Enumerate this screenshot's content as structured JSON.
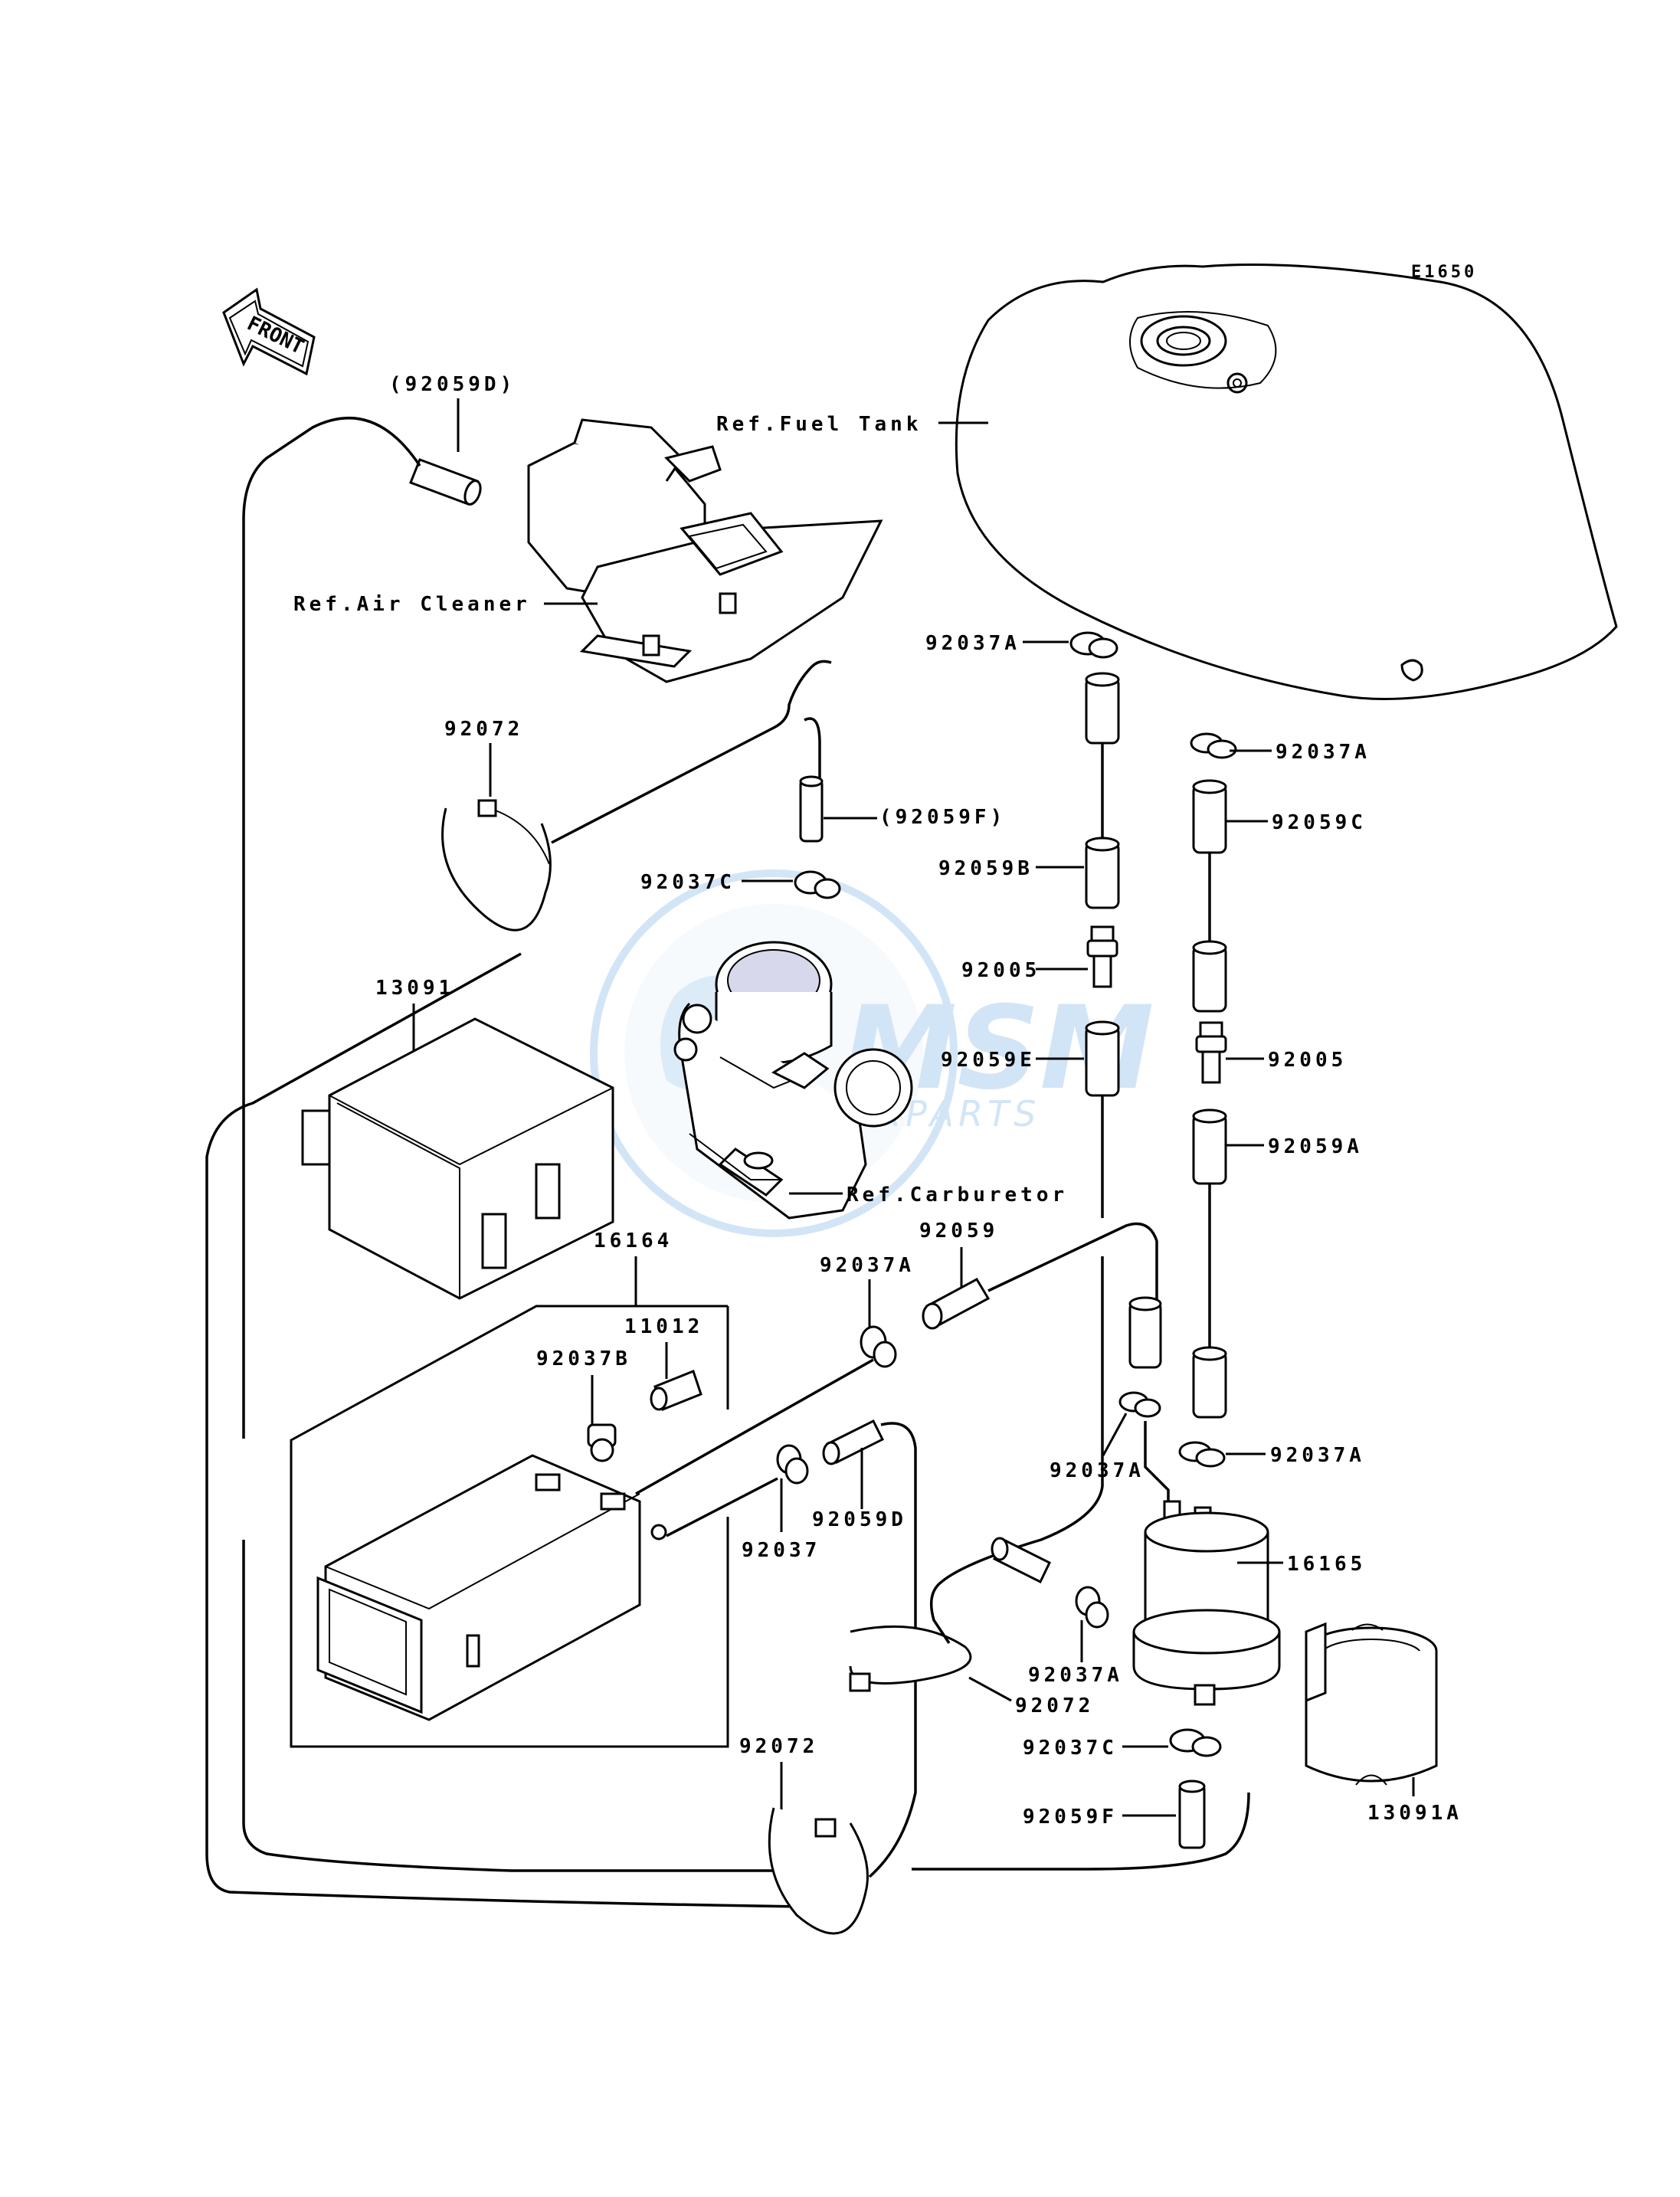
{
  "diagram_code": "E1650",
  "front_label": "FRONT",
  "references": {
    "fuel_tank": "Ref.Fuel Tank",
    "air_cleaner": "Ref.Air Cleaner",
    "carburetor": "Ref.Carburetor"
  },
  "parts": {
    "p92059D_top": "(92059D)",
    "p92072_top": "92072",
    "p92059F_paren": "(92059F)",
    "p92037C_carb": "92037C",
    "p13091": "13091",
    "p16164": "16164",
    "p11012": "11012",
    "p92037B": "92037B",
    "p92037_mid": "92037",
    "p92059D_mid": "92059D",
    "p92037A_mid": "92037A",
    "p92059": "92059",
    "p92037A_tank": "92037A",
    "p92059B": "92059B",
    "p92005_left": "92005",
    "p92059E": "92059E",
    "p92037A_right_top": "92037A",
    "p92059C": "92059C",
    "p92005_right": "92005",
    "p92059A": "92059A",
    "p92037A_right_bot": "92037A",
    "p92037A_filter_left": "92037A",
    "p16165": "16165",
    "p92037A_filter_below": "92037A",
    "p92072_mid": "92072",
    "p92037C_bottom": "92037C",
    "p92072_bottom": "92072",
    "p92059F_bottom": "92059F",
    "p13091A": "13091A"
  },
  "watermark": {
    "brand": "MSM",
    "sub": "MOTORPARTS",
    "color": "#7fb7e6"
  }
}
